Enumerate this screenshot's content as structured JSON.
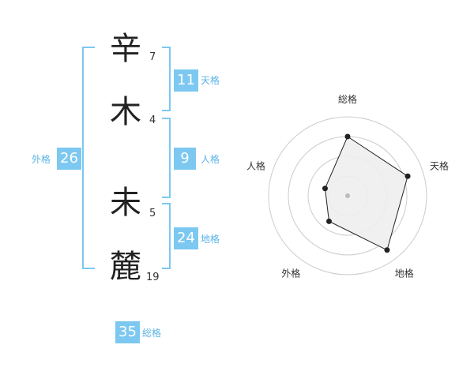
{
  "name": {
    "chars": [
      {
        "kanji": "辛",
        "strokes": "7"
      },
      {
        "kanji": "木",
        "strokes": "4"
      },
      {
        "kanji": "未",
        "strokes": "5"
      },
      {
        "kanji": "麓",
        "strokes": "19"
      }
    ]
  },
  "fortunes": {
    "tenkaku": {
      "value": "11",
      "label": "天格"
    },
    "jinkaku": {
      "value": "9",
      "label": "人格"
    },
    "chikaku": {
      "value": "24",
      "label": "地格"
    },
    "gaikaku": {
      "value": "26",
      "label": "外格"
    },
    "soukaku": {
      "value": "35",
      "label": "総格"
    }
  },
  "colors": {
    "badge": "#7cc8f0",
    "bracket": "#7cc8f0",
    "label": "#5ab4e6",
    "radar_fill": "#eeeeee",
    "radar_line": "#222222"
  },
  "chart_data": {
    "type": "radar",
    "axes": [
      "総格",
      "天格",
      "地格",
      "外格",
      "人格"
    ],
    "values": [
      0.75,
      0.8,
      0.85,
      0.4,
      0.3
    ],
    "rings": 4
  }
}
